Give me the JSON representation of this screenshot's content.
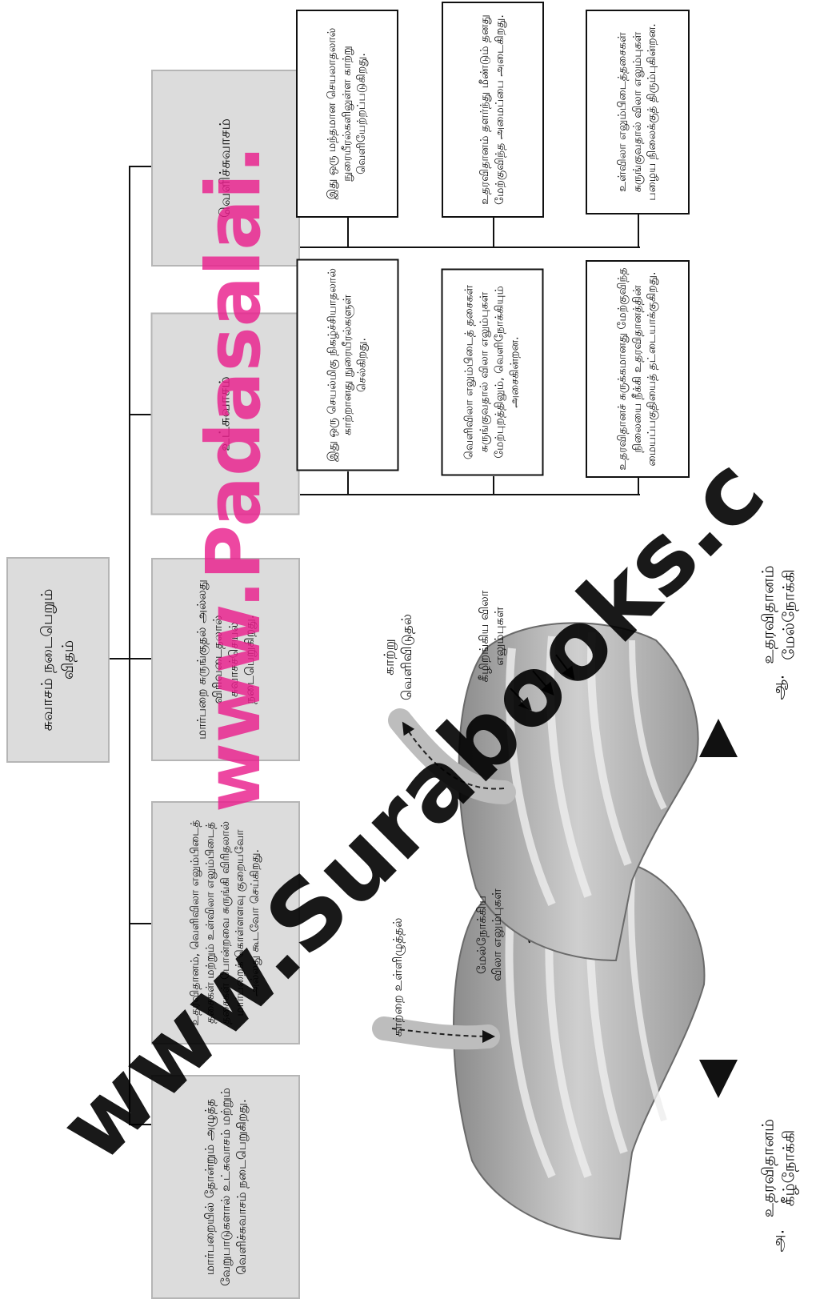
{
  "root": {
    "label": "சுவாசம் நடைபெறும் விதம்"
  },
  "intro_box": {
    "text": "மார்பறையில் தோன்றும் அழுத்த வேறுபாடுகளால் உட்சுவாசம் மற்றும் வெளிச்சுவாசம் நடைபெறுகிறது."
  },
  "muscles_box": {
    "text": "உதரவிதானம், வெளிவிலா எலும்பிடைத் தசைகள் மற்றும் உள்விலா எலும்பிடைத் தசைகள் போன்றவை சுருங்கி விரிதலால் மார்பறைக் கொள்ளளவு குறையவோ அல்லது கூடவோ செய்கிறது."
  },
  "thorax_box": {
    "text": "மார்பறை சுருங்குதல் அல்லது விரிவடைதலால் சுவாசச்செயல் நடைபெறுகிறது."
  },
  "inspiration": {
    "label": "உட்சுவாசம்",
    "boxes": [
      "இது ஒரு செயல்மிகு நிகழ்ச்சியாதலால் காற்றானது நுரையீரல்களுள் செல்கிறது.",
      "வெளிவிலா எலும்பிடைத் தசைகள் சுருங்குவதால் விலா எலும்புகள் மேற்புறத்திலும், வெளிநோக்கியும் அசைகின்றன.",
      "உதரவிதானச் சுருக்கமானது மேற்குவிந்த நிலையை நீக்கி உதரவிதானத்தின் மையப்பகுதியைத் தட்டையாக்குகிறது."
    ]
  },
  "expiration": {
    "label": "வெளிச்சுவாசம்",
    "boxes": [
      "இது ஒரு மந்தமான செயலாதலால் நுரையீரல்களிலுள்ள காற்று வெளியேற்றப்படுகிறது.",
      "உதரவிதானம் தளர்ந்து மீண்டும் தனது மேற்குவிந்த அமைப்பை அடைகிறது.",
      "உள்விலா எலும்பிடைத்தசைகள் சுருங்குவதால் விலா எலும்புகள் பழைய நிலைக்குத் திரும்புகின்றன."
    ]
  },
  "figures": {
    "a": {
      "caption_mark": "அ.",
      "caption": "உதரவிதானம் கீழ்நோக்கி",
      "air_label": "காற்றை உள்ளிழுத்தல்",
      "ribs_label": "மேல்நோக்கிய விலா எலும்புகள்"
    },
    "b": {
      "caption_mark": "ஆ.",
      "caption": "உதரவிதானம் மேல்நோக்கி",
      "air_label": "காற்று வெளிவிடுதல்",
      "ribs_label": "கீழிறங்கிய விலா எலும்புகள்"
    }
  },
  "watermark": {
    "pink_text": "www.Padasalai.",
    "black_text": "www.Surabooks.c"
  },
  "colors": {
    "box_gray": "#dcdcdc",
    "watermark_pink": "#e91e8c"
  }
}
